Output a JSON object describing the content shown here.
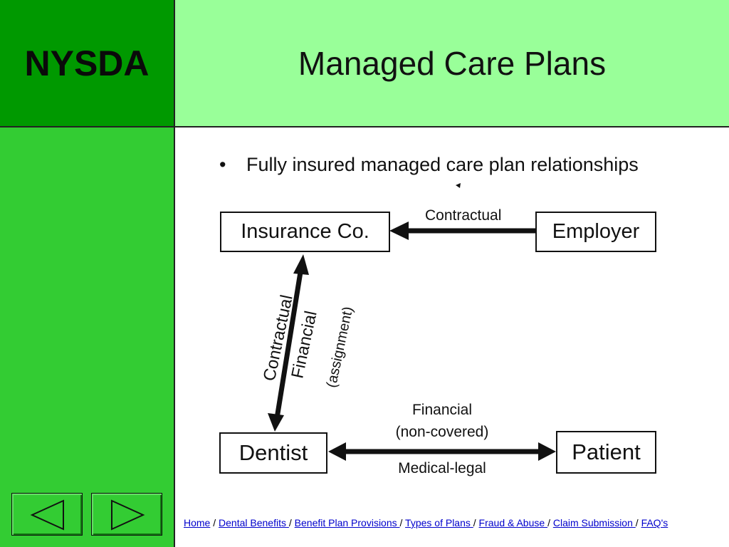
{
  "logo": "NYSDA",
  "title": "Managed Care Plans",
  "bullet": {
    "marker": "•",
    "text": "Fully insured managed care plan relationships"
  },
  "diagram": {
    "nodes": {
      "insurance": "Insurance Co.",
      "employer": "Employer",
      "dentist": "Dentist",
      "patient": "Patient"
    },
    "edges": {
      "employer_insurance": "Contractual",
      "insurance_dentist": [
        "Contractual",
        "Financial",
        "(assignment)"
      ],
      "dentist_patient_top": [
        "Financial",
        "(non-covered)"
      ],
      "dentist_patient_bottom": "Medical-legal"
    }
  },
  "nav": {
    "back_icon": "left-triangle-icon",
    "forward_icon": "right-triangle-icon"
  },
  "footer": {
    "links": [
      "Home",
      "Dental Benefits ",
      "Benefit Plan Provisions ",
      "Types of Plans ",
      "Fraud & Abuse ",
      "Claim Submission ",
      "FAQ's"
    ],
    "separator": " / "
  },
  "colors": {
    "dark_green": "#009900",
    "light_green": "#99ff99",
    "mid_green": "#33cc33",
    "link": "#0000cc"
  }
}
